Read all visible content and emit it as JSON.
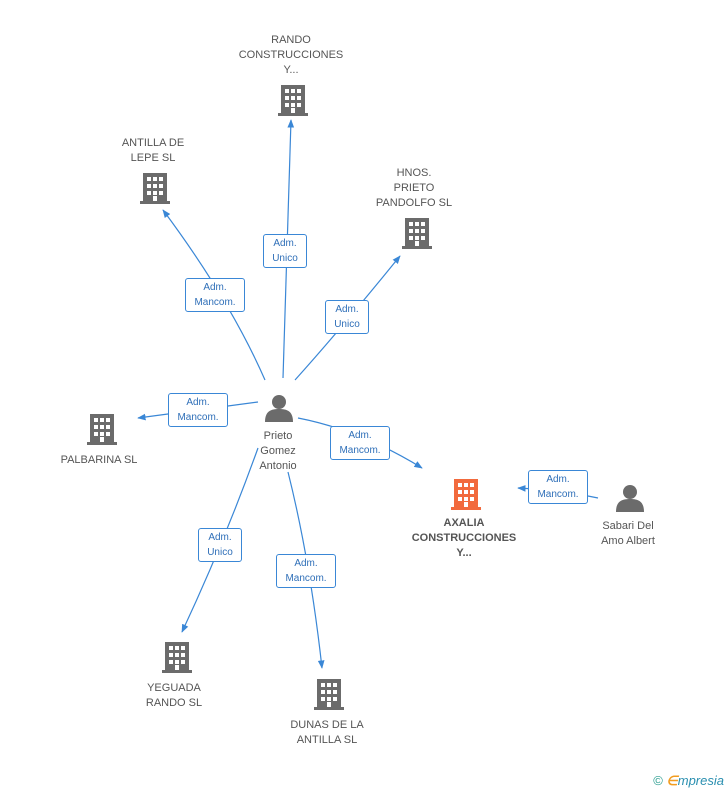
{
  "colors": {
    "edge": "#3a87d6",
    "building": "#6b6b6b",
    "building_main": "#f26a3d",
    "person": "#6b6b6b"
  },
  "nodes": {
    "rando": {
      "label": "RANDO\nCONSTRUCCIONES\nY...",
      "icon": "building-icon"
    },
    "antilla_lepe": {
      "label": "ANTILLA DE\nLEPE SL",
      "icon": "building-icon"
    },
    "hnos": {
      "label": "HNOS.\nPRIETO\nPANDOLFO SL",
      "icon": "building-icon"
    },
    "palbarina": {
      "label": "PALBARINA SL",
      "icon": "building-icon"
    },
    "prieto": {
      "label": "Prieto\nGomez\nAntonio",
      "icon": "person-icon"
    },
    "axalia": {
      "label": "AXALIA\nCONSTRUCCIONES\nY...",
      "icon": "building-icon"
    },
    "sabari": {
      "label": "Sabari Del\nAmo Albert",
      "icon": "person-icon"
    },
    "yeguada": {
      "label": "YEGUADA\nRANDO SL",
      "icon": "building-icon"
    },
    "dunas": {
      "label": "DUNAS DE LA\nANTILLA SL",
      "icon": "building-icon"
    }
  },
  "edges": {
    "to_rando": "Adm.\nUnico",
    "to_antilla_lepe": "Adm.\nMancom.",
    "to_hnos": "Adm.\nUnico",
    "to_palbarina": "Adm.\nMancom.",
    "to_axalia": "Adm.\nMancom.",
    "sabari_to_axalia": "Adm.\nMancom.",
    "to_yeguada": "Adm.\nUnico",
    "to_dunas": "Adm.\nMancom."
  },
  "brand": {
    "copyright": "©",
    "e": "∈",
    "rest": "mpresia"
  }
}
